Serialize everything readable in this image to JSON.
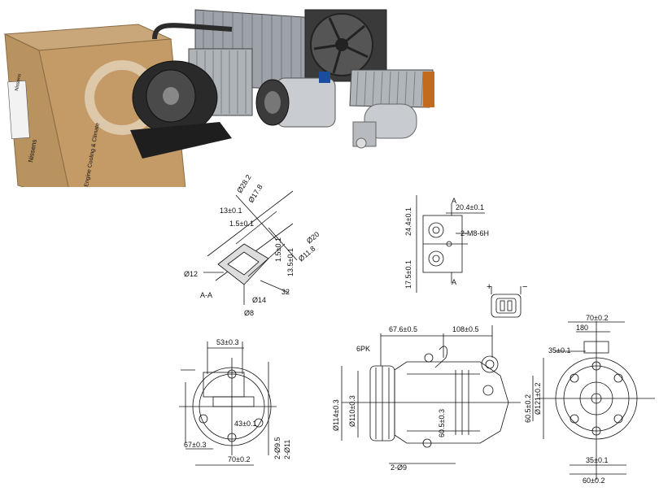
{
  "brand": {
    "box_logo": "Nissens",
    "box_side_text": "Engine Cooling & Climate",
    "label_brand": "Nissens"
  },
  "drawings": {
    "section": {
      "label": "A-A",
      "dims": [
        "Ø28.2",
        "Ø17.8",
        "13±0.1",
        "1.5±0.1",
        "Ø20",
        "Ø11.8",
        "1.5±0.1",
        "13.5±0.1",
        "Ø12",
        "Ø8",
        "Ø14",
        "32"
      ]
    },
    "port": {
      "dims": [
        "24.4±0.1",
        "20.4±0.1",
        "2-M8-6H",
        "17.5±0.1"
      ],
      "section_marks": [
        "A",
        "A"
      ]
    },
    "connector": {
      "plus": "+",
      "minus": "−"
    },
    "left_view": {
      "dims": [
        "53±0.3",
        "43±0.1",
        "67±0.3",
        "70±0.2",
        "2-Ø9.5",
        "2-Ø11"
      ]
    },
    "side_view": {
      "dims": [
        "67.6±0.5",
        "108±0.5",
        "6PK",
        "Ø114±0.3",
        "Ø110±0.3",
        "60.5±0.3",
        "2-Ø9"
      ]
    },
    "front_view": {
      "dims": [
        "70±0.2",
        "180",
        "35±0.1",
        "Ø121±0.2",
        "60.5±0.2",
        "35±0.1",
        "60±0.2"
      ]
    }
  }
}
